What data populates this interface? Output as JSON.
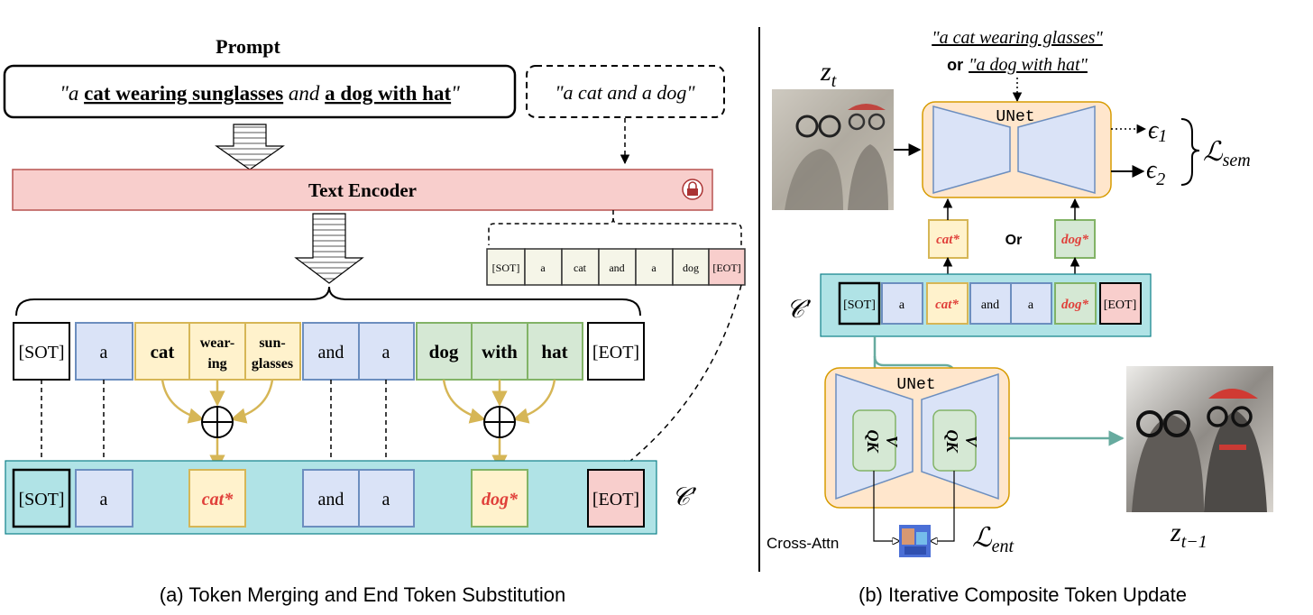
{
  "left_panel": {
    "prompt_title": "Prompt",
    "prompt_parts": {
      "open": "\"a ",
      "cat_phrase": "cat wearing sunglasses",
      "and": " and ",
      "dog_phrase": "a dog with hat",
      "close": "\""
    },
    "alt_prompt": "\"a cat and a dog\"",
    "text_encoder": "Text Encoder",
    "small_tokens": [
      "[SOT]",
      "a",
      "cat",
      "and",
      "a",
      "dog",
      "[EOT]"
    ],
    "tokens": {
      "sot": "[SOT]",
      "a1": "a",
      "cat": "cat",
      "wearing": [
        "wear-",
        "ing"
      ],
      "sunglasses": [
        "sun-",
        "glasses"
      ],
      "and": "and",
      "a2": "a",
      "dog": "dog",
      "with": "with",
      "hat": "hat",
      "eot": "[EOT]"
    },
    "bottom_tokens": {
      "sot": "[SOT]",
      "a": "a",
      "cat_star": "cat*",
      "and": "and",
      "a2": "a",
      "dog_star": "dog*",
      "eot": "[EOT]"
    },
    "c_prime": "𝒞′",
    "caption": "(a) Token Merging and End Token Substitution"
  },
  "right_panel": {
    "sem_prompt_1": "\"a cat wearing glasses\"",
    "sem_or": "or",
    "sem_prompt_2": "\"a dog with hat\"",
    "z_t": "z",
    "z_t_sub": "t",
    "unet_top": "UNet",
    "eps1": "ϵ",
    "eps1_sub": "1",
    "eps2": "ϵ",
    "eps2_sub": "2",
    "l_sem": "ℒ",
    "l_sem_sub": "sem",
    "cat_star": "cat*",
    "or_label": "Or",
    "dog_star": "dog*",
    "c_prime": "𝒞′",
    "c_tokens": [
      "[SOT]",
      "a",
      "cat*",
      "and",
      "a",
      "dog*",
      "[EOT]"
    ],
    "unet_bottom": "UNet",
    "qk_left": "QK",
    "v_left": "V",
    "qk_right": "QK",
    "v_right": "V",
    "cross_attn": "Cross-Attn",
    "l_ent": "ℒ",
    "l_ent_sub": "ent",
    "z_t1": "z",
    "z_t1_sub": "t−1",
    "caption": "(b) Iterative Composite Token Update"
  },
  "colors": {
    "blue_fill": "#dae3f7",
    "blue_stroke": "#6c8ebf",
    "yellow_fill": "#fff2cc",
    "yellow_stroke": "#d6b656",
    "green_fill": "#d5e8d4",
    "green_stroke": "#82b366",
    "pink_fill": "#f8cecc",
    "teal_fill": "#b0e3e6",
    "orange_fill": "#ffe6cc",
    "red_text": "#e0403a",
    "teal_arrow": "#67ab9f"
  }
}
